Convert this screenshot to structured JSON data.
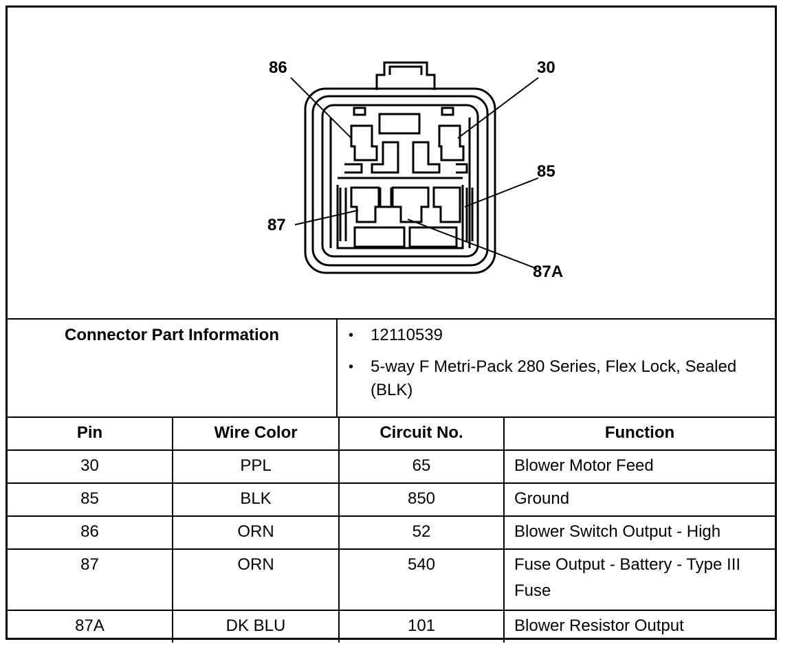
{
  "diagram": {
    "pin_labels": {
      "p86": "86",
      "p30": "30",
      "p85": "85",
      "p87": "87",
      "p87a": "87A"
    }
  },
  "connector_info": {
    "title": "Connector Part Information",
    "items": [
      "12110539",
      "5-way F Metri-Pack 280 Series, Flex Lock, Sealed (BLK)"
    ]
  },
  "pin_table": {
    "headers": {
      "pin": "Pin",
      "wire_color": "Wire Color",
      "circuit_no": "Circuit No.",
      "function": "Function"
    },
    "rows": [
      {
        "pin": "30",
        "wire_color": "PPL",
        "circuit_no": "65",
        "function": "Blower Motor Feed"
      },
      {
        "pin": "85",
        "wire_color": "BLK",
        "circuit_no": "850",
        "function": "Ground"
      },
      {
        "pin": "86",
        "wire_color": "ORN",
        "circuit_no": "52",
        "function": "Blower Switch Output - High"
      },
      {
        "pin": "87",
        "wire_color": "ORN",
        "circuit_no": "540",
        "function": "Fuse Output - Battery - Type III Fuse"
      },
      {
        "pin": "87A",
        "wire_color": "DK BLU",
        "circuit_no": "101",
        "function": "Blower Resistor Output"
      }
    ]
  }
}
